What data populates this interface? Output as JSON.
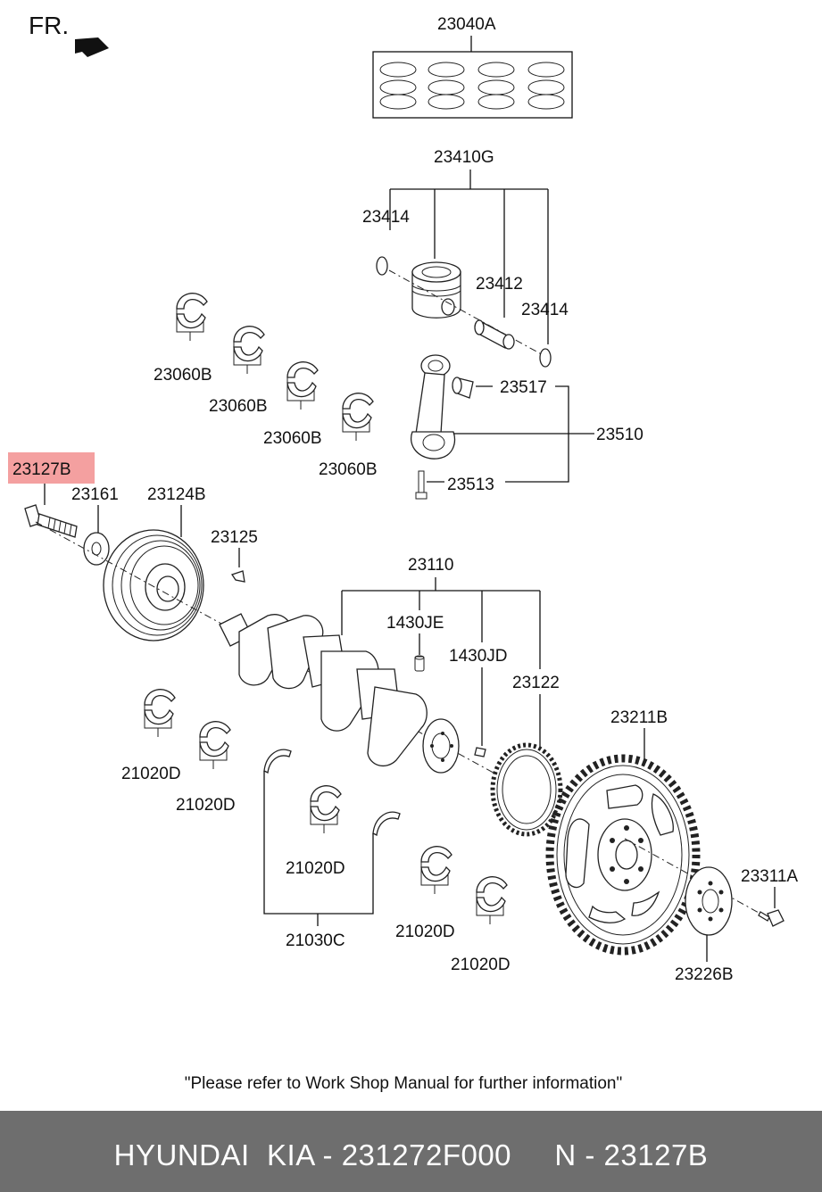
{
  "diagram": {
    "direction_label": "FR.",
    "highlight_color": "#f4a0a0",
    "labels": {
      "piston_ring_set": "23040A",
      "piston_assy": "23410G",
      "snap_ring_left": "23414",
      "piston_pin": "23412",
      "snap_ring_right": "23414",
      "conrod_bearing_1": "23060B",
      "conrod_bearing_2": "23060B",
      "conrod_bearing_3": "23060B",
      "conrod_bearing_4": "23060B",
      "conrod_bushing": "23517",
      "conrod_assy": "23510",
      "conrod_bolt": "23513",
      "pulley_bolt": "23127B",
      "washer": "23161",
      "damper_pulley": "23124B",
      "key": "23125",
      "crankshaft_assy": "23110",
      "pin_je": "1430JE",
      "pin_jd": "1430JD",
      "sensor_wheel": "23122",
      "ring_gear": "23211B",
      "flywheel_bolt": "23311A",
      "adapter_plate": "23226B",
      "main_bearing_1": "21020D",
      "main_bearing_2": "21020D",
      "main_bearing_3": "21020D",
      "main_bearing_4": "21020D",
      "main_bearing_5": "21020D",
      "thrust_bearing": "21030C"
    }
  },
  "note": "\"Please refer to Work Shop Manual for further information\"",
  "footer": {
    "text": "HYUNDAI  KIA - 231272F000     N - 23127B",
    "background": "#6e6e6e"
  }
}
